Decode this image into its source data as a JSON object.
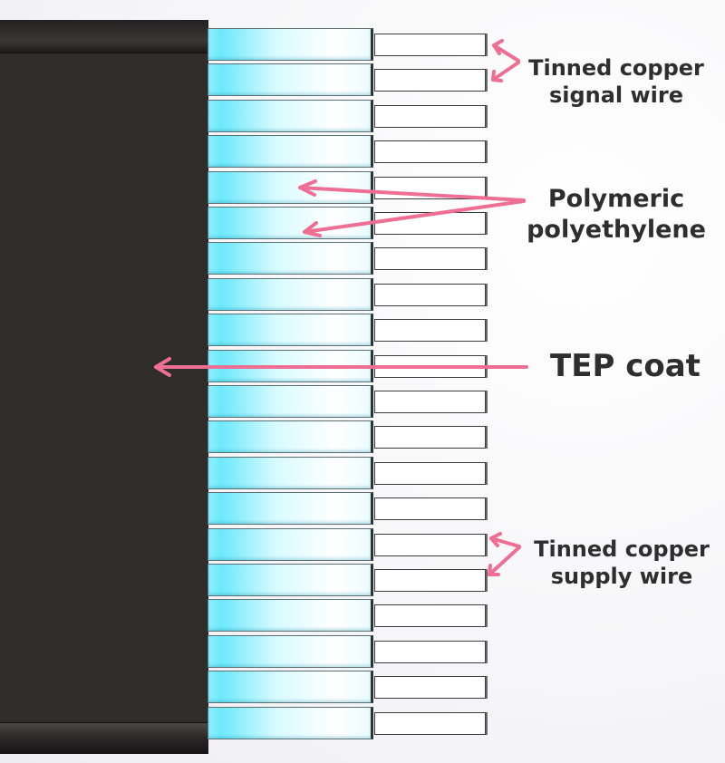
{
  "diagram": {
    "colors": {
      "coat": "#2f2c2c",
      "insulation": "#8ff0ff",
      "conductor": "#ffffff",
      "arrow": "#ee6f93",
      "label_text": "#2e2e2e"
    },
    "wire_count": 20,
    "labels": {
      "signal_wire": {
        "line1": "Tinned copper",
        "line2": "signal wire"
      },
      "insulation": {
        "line1": "Polymeric",
        "line2": "polyethylene"
      },
      "coat": "TEP coat",
      "supply_wire": {
        "line1": "Tinned copper",
        "line2": "supply wire"
      }
    }
  }
}
